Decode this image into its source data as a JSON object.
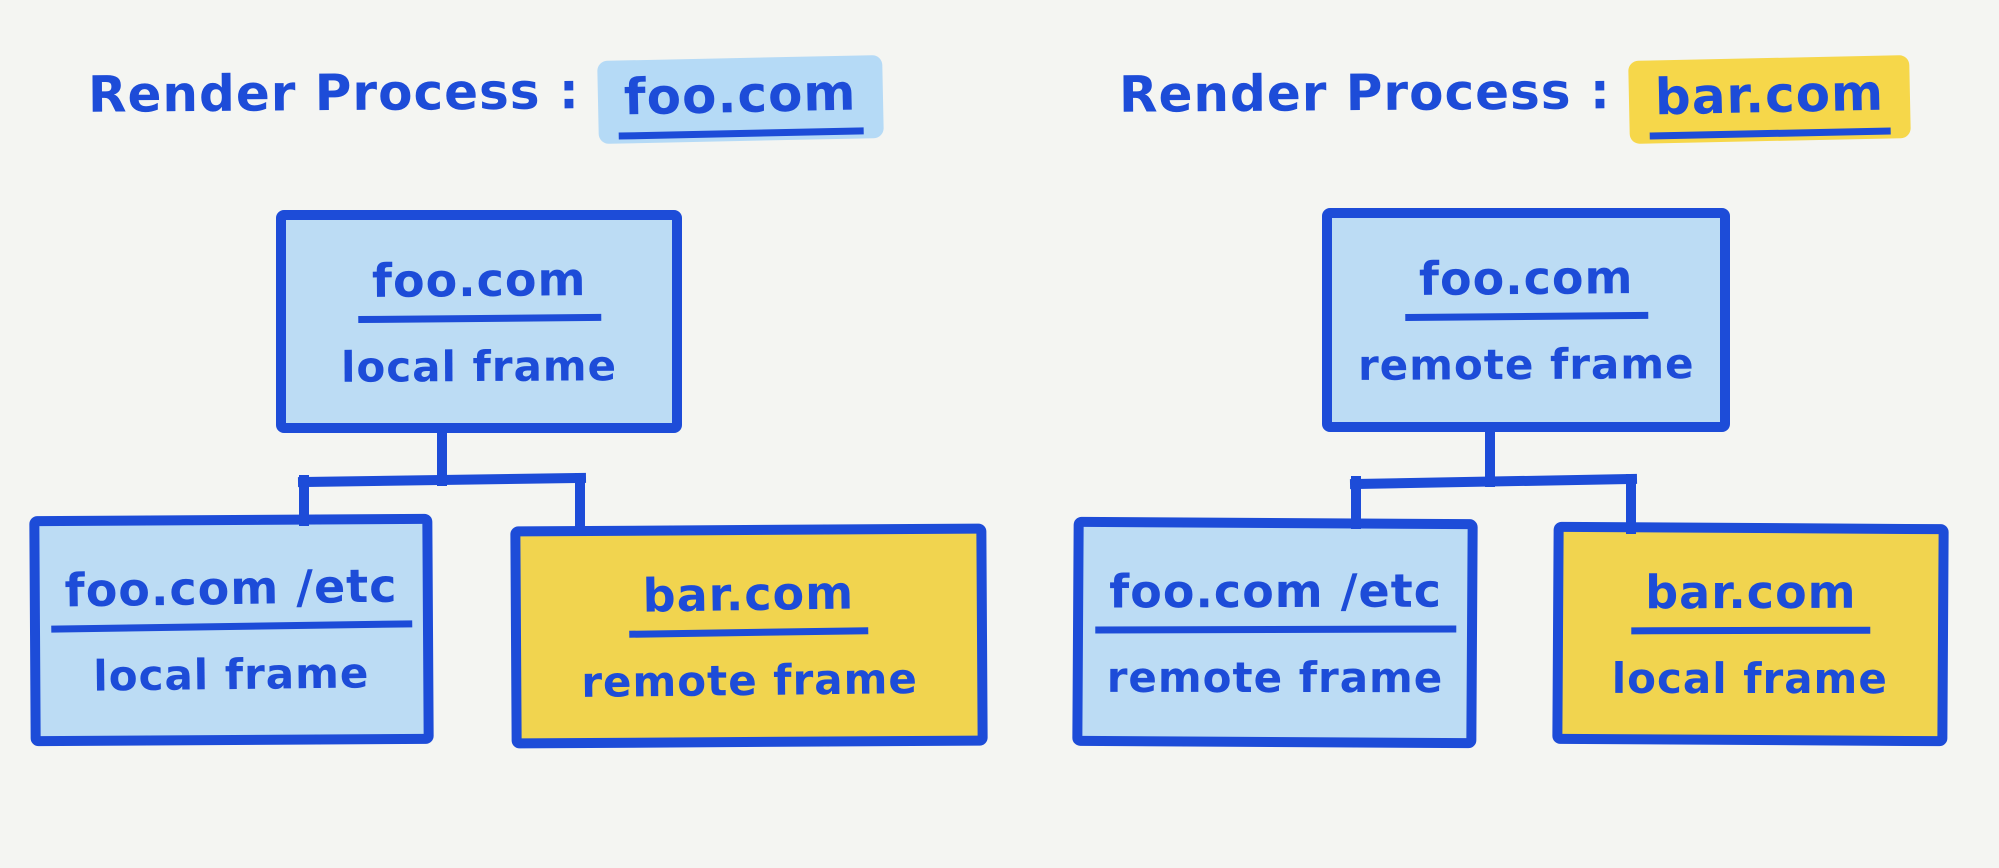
{
  "colors": {
    "background": "#f4f5f2",
    "ink_blue": "#1d4cd8",
    "box_blue": "#bcdcf4",
    "box_yellow": "#f1d44f",
    "highlight_blue": "#b5daf6",
    "highlight_yellow": "#f6d74a"
  },
  "trees": [
    {
      "title_prefix": "Render Process :",
      "title_domain": "foo.com",
      "title_highlight": "blue",
      "root": {
        "domain": "foo.com",
        "frame": "local frame",
        "color": "blue"
      },
      "children": [
        {
          "domain": "foo.com /etc",
          "frame": "local frame",
          "color": "blue"
        },
        {
          "domain": "bar.com",
          "frame": "remote frame",
          "color": "yellow"
        }
      ]
    },
    {
      "title_prefix": "Render Process :",
      "title_domain": "bar.com",
      "title_highlight": "yellow",
      "root": {
        "domain": "foo.com",
        "frame": "remote frame",
        "color": "blue"
      },
      "children": [
        {
          "domain": "foo.com /etc",
          "frame": "remote frame",
          "color": "blue"
        },
        {
          "domain": "bar.com",
          "frame": "local frame",
          "color": "yellow"
        }
      ]
    }
  ]
}
